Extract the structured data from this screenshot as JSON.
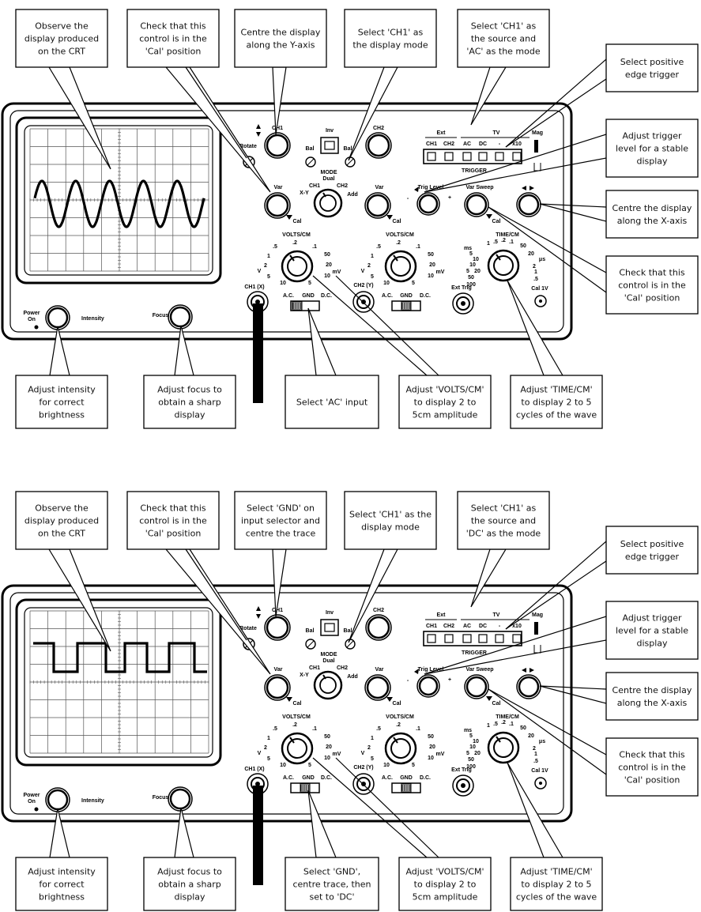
{
  "panels": [
    {
      "trace": "sine",
      "callouts": {
        "observe": [
          "Observe the",
          "display produced",
          "on the CRT"
        ],
        "cal_check": [
          "Check that this",
          "control is in the",
          "'Cal' position"
        ],
        "centre_y": [
          "Centre the display",
          "along the Y-axis"
        ],
        "mode": [
          "Select 'CH1' as",
          "the display mode"
        ],
        "source": [
          "Select 'CH1' as",
          "the source and",
          "'AC' as the mode"
        ],
        "edge": [
          "Select positive",
          "edge trigger"
        ],
        "trig_level": [
          "Adjust trigger",
          "level for a stable",
          "display"
        ],
        "centre_x": [
          "Centre the display",
          "along the X-axis"
        ],
        "cal_check_time": [
          "Check that this",
          "control is in the",
          "'Cal' position"
        ],
        "intensity": [
          "Adjust intensity",
          "for correct",
          "brightness"
        ],
        "focus": [
          "Adjust focus to",
          "obtain a sharp",
          "display"
        ],
        "input": [
          "Select 'AC' input"
        ],
        "volts": [
          "Adjust 'VOLTS/CM'",
          "to display 2 to",
          "5cm amplitude"
        ],
        "time": [
          "Adjust 'TIME/CM'",
          "to display 2 to 5",
          "cycles of the wave"
        ]
      }
    },
    {
      "trace": "square",
      "callouts": {
        "observe": [
          "Observe the",
          "display produced",
          "on the CRT"
        ],
        "cal_check": [
          "Check that this",
          "control is in the",
          "'Cal' position"
        ],
        "centre_y": [
          "Select 'GND' on",
          "input selector and",
          "centre the trace"
        ],
        "mode": [
          "Select 'CH1' as the",
          "display mode"
        ],
        "source": [
          "Select 'CH1' as",
          "the source and",
          "'DC' as the mode"
        ],
        "edge": [
          "Select positive",
          "edge trigger"
        ],
        "trig_level": [
          "Adjust trigger",
          "level for a stable",
          "display"
        ],
        "centre_x": [
          "Centre the display",
          "along the X-axis"
        ],
        "cal_check_time": [
          "Check that this",
          "control is in the",
          "'Cal' position"
        ],
        "intensity": [
          "Adjust intensity",
          "for correct",
          "brightness"
        ],
        "focus": [
          "Adjust focus to",
          "obtain a sharp",
          "display"
        ],
        "input": [
          "Select 'GND',",
          "centre trace, then",
          "set to 'DC'"
        ],
        "volts": [
          "Adjust 'VOLTS/CM'",
          "to display 2 to",
          "5cm amplitude"
        ],
        "time": [
          "Adjust 'TIME/CM'",
          "to display 2 to 5",
          "cycles of the wave"
        ]
      }
    }
  ],
  "labels": {
    "rotate": "Rotate",
    "ch1": "CH1",
    "ch2": "CH2",
    "inv": "Inv",
    "bal": "Bal",
    "mode": "MODE",
    "dual": "Dual",
    "xy": "X-Y",
    "add": "Add",
    "var": "Var",
    "cal": "Cal",
    "ext": "Ext",
    "tv": "TV",
    "mag": "Mag",
    "x10": "x10",
    "ac": "AC",
    "dc": "DC",
    "dash": "-",
    "plus": "+",
    "trigger": "TRIGGER",
    "trig_level": "Trig Level",
    "var_sweep": "Var Sweep",
    "volts_cm": "VOLTS/CM",
    "time_cm": "TIME/CM",
    "v": "V",
    "mv": "mV",
    "ms": "ms",
    "us": "μs",
    "ch1x": "CH1 (X)",
    "ch2y": "CH2 (Y)",
    "a_c": "A.C.",
    "gnd": "GND",
    "d_c": "D.C.",
    "ext_trig": "Ext Trig",
    "cal1v": "Cal 1V",
    "power": "Power",
    "on": "On",
    "intensity": "Intensity",
    "focus": "Focus",
    "volts_dial": [
      ".5",
      ".2",
      ".1",
      "1",
      "50",
      "2",
      "20",
      "5",
      "10",
      "10",
      "5"
    ],
    "time_dial": [
      "1",
      ".5",
      ".2",
      ".1",
      "50",
      "20",
      "5",
      "10",
      "10",
      "5",
      "20",
      "2",
      "50",
      "1",
      "100",
      ".5"
    ]
  }
}
